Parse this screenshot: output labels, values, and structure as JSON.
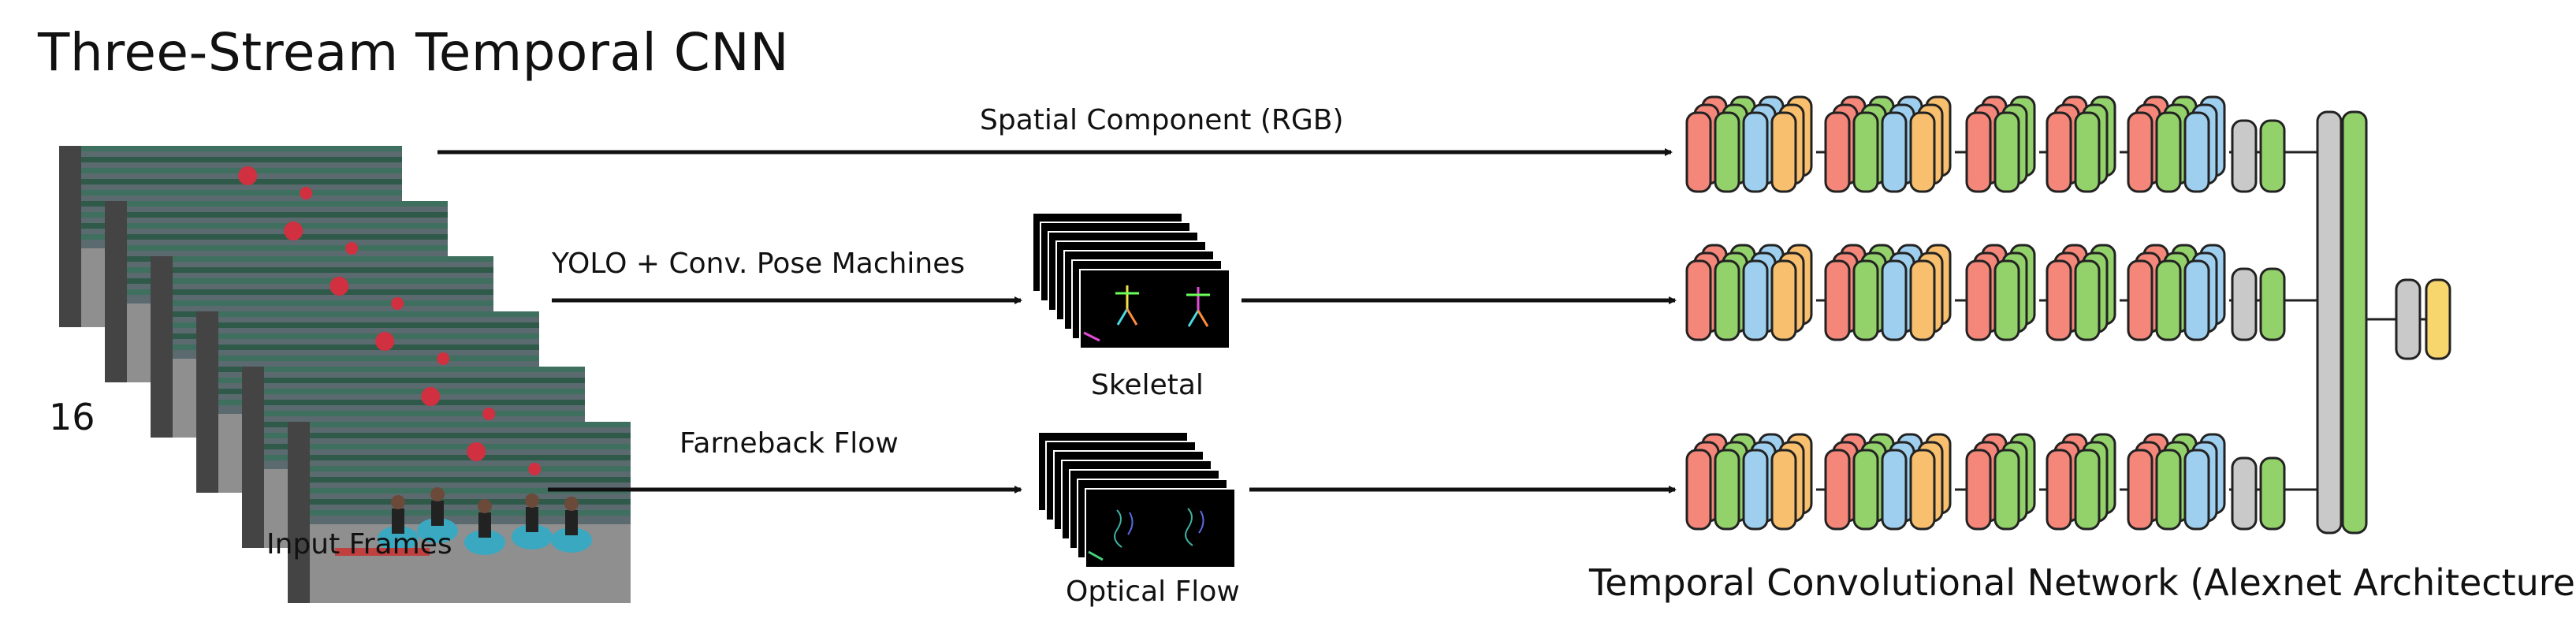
{
  "title": "Three-Stream Temporal CNN",
  "input": {
    "frame_count": "16",
    "label": "Input Frames",
    "num_frames": 6
  },
  "streams": [
    {
      "id": "spatial",
      "edge_label": "Spatial Component (RGB)"
    },
    {
      "id": "skeletal",
      "edge_label": "YOLO + Conv. Pose Machines",
      "output_label": "Skeletal"
    },
    {
      "id": "flow",
      "edge_label": "Farneback Flow",
      "output_label": "Optical Flow"
    }
  ],
  "network": {
    "label": "Temporal Convolutional Network (Alexnet Architecture)",
    "block_palette": [
      "#f4877a",
      "#93d16b",
      "#9fcfee",
      "#f8c06e"
    ],
    "fc_colors": {
      "gray": "#c9c9c9",
      "green": "#93d16b",
      "output": "#f8d66e"
    }
  }
}
